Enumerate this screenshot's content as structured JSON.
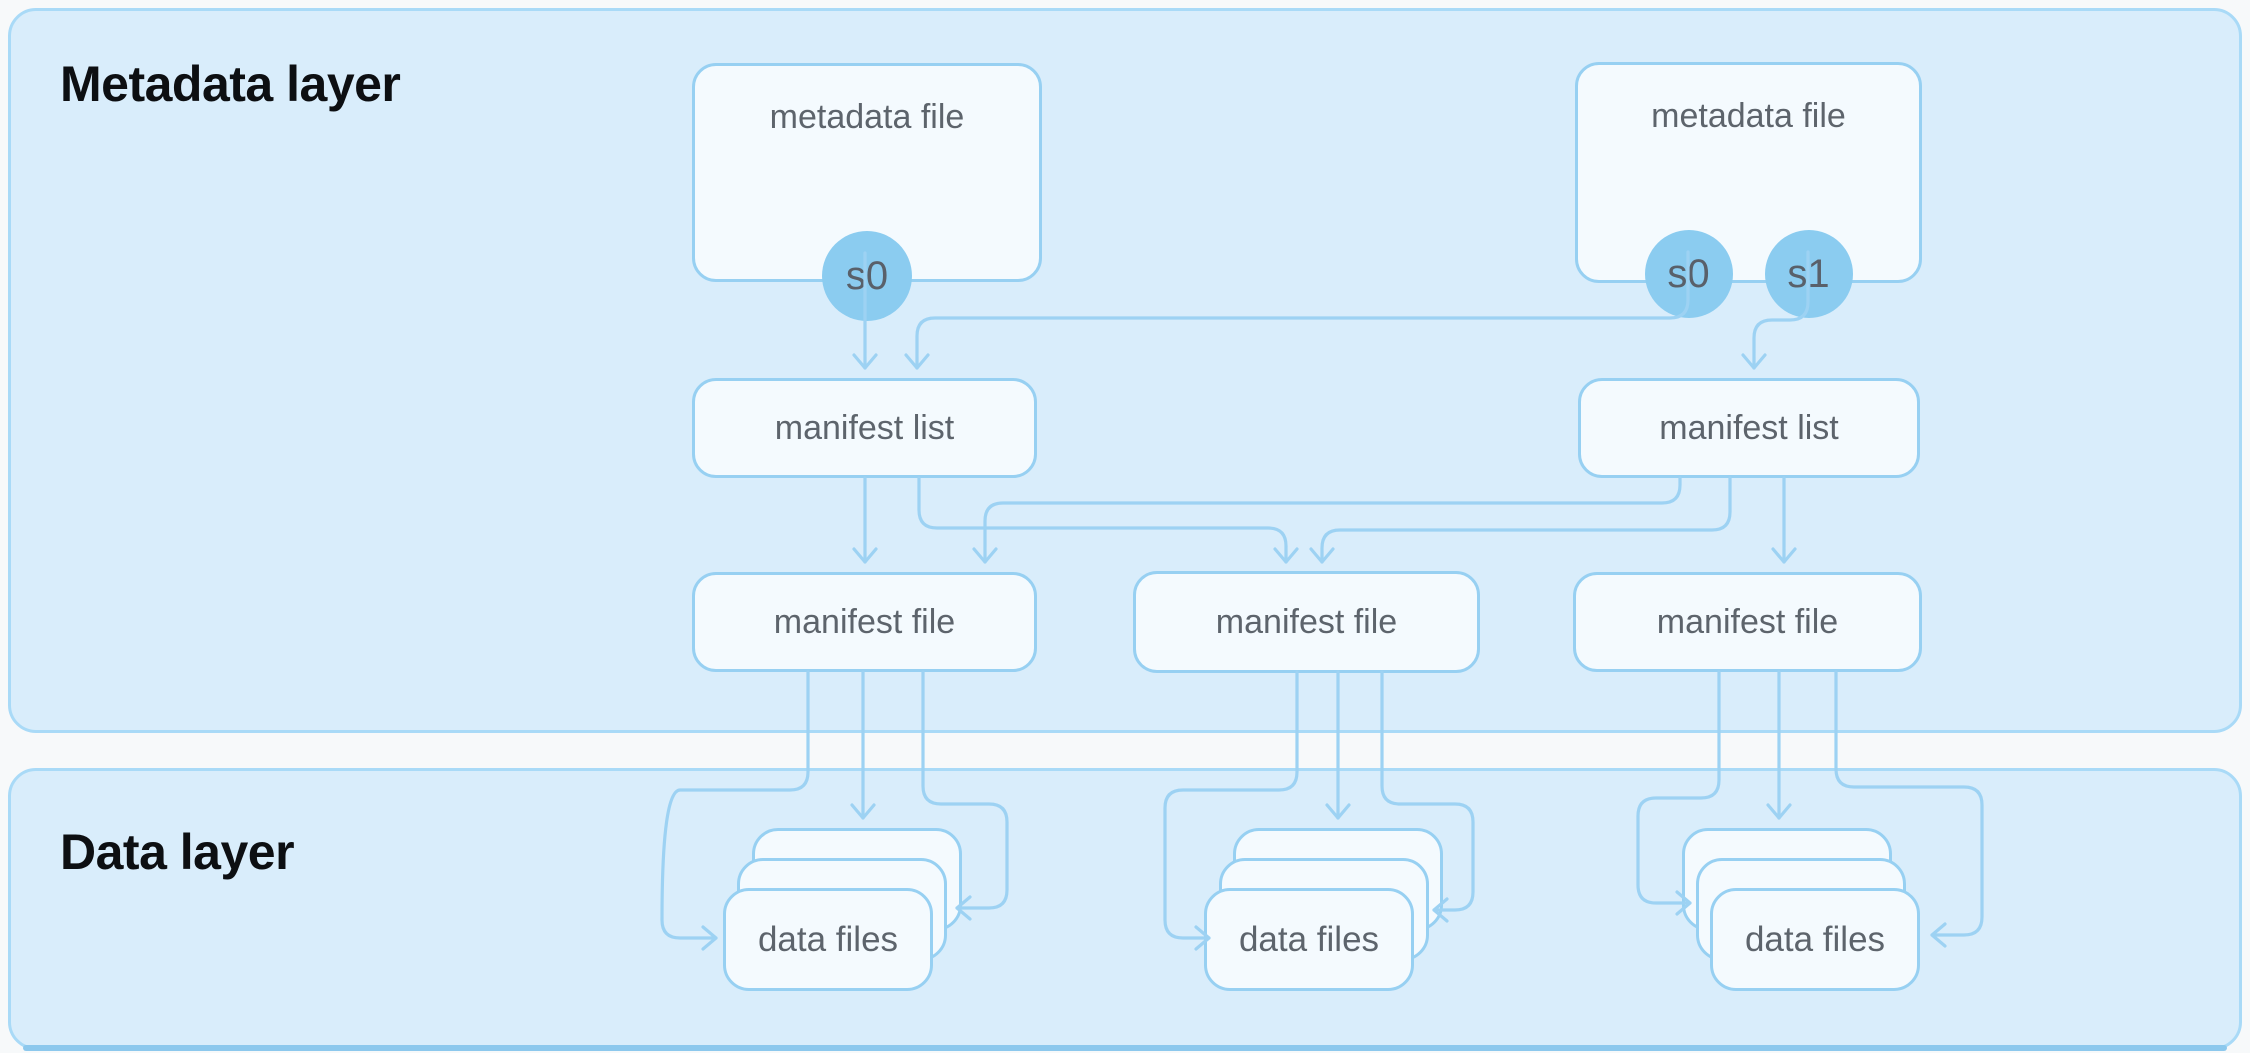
{
  "diagram": {
    "layers": [
      {
        "id": "metadata",
        "title": "Metadata layer"
      },
      {
        "id": "data",
        "title": "Data layer"
      }
    ],
    "nodes": {
      "metadata_file_left": {
        "label": "metadata file",
        "snapshots": [
          "s0"
        ]
      },
      "metadata_file_right": {
        "label": "metadata file",
        "snapshots": [
          "s0",
          "s1"
        ]
      },
      "manifest_list_left": {
        "label": "manifest list"
      },
      "manifest_list_right": {
        "label": "manifest list"
      },
      "manifest_file_left": {
        "label": "manifest file"
      },
      "manifest_file_middle": {
        "label": "manifest file"
      },
      "manifest_file_right": {
        "label": "manifest file"
      },
      "data_files_left": {
        "label": "data files"
      },
      "data_files_middle": {
        "label": "data files"
      },
      "data_files_right": {
        "label": "data files"
      }
    },
    "colors": {
      "page_background": "#f7f9fa",
      "layer_fill": "#d9edfb",
      "layer_border": "#a9daf7",
      "node_fill": "#f4fafe",
      "node_border": "#97d0f2",
      "connector": "#9dd2f3",
      "snapshot_fill": "#8bccf0",
      "node_text": "#5d646c",
      "snapshot_text": "#59606a",
      "title_text": "#0d0f12",
      "bottom_edge": "#8cc8ed"
    }
  }
}
